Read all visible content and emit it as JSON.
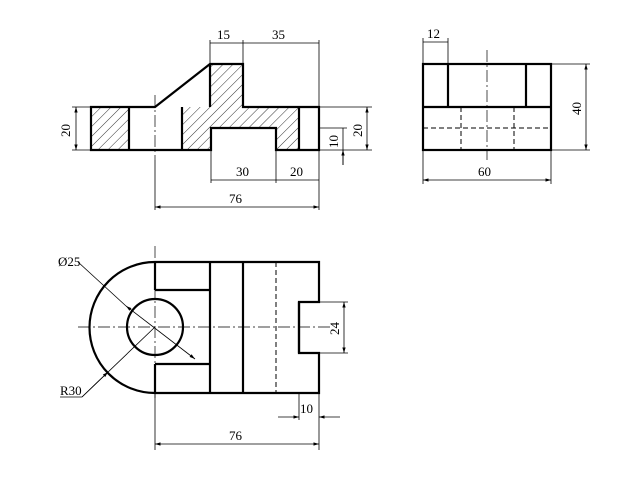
{
  "front_view": {
    "dims": {
      "top_step": "15",
      "top_length": "35",
      "left_height": "20",
      "right_height": "20",
      "slot_depth": "10",
      "slot_width": "30",
      "right_offset": "20",
      "overall_length": "76"
    }
  },
  "side_view": {
    "dims": {
      "top_width": "12",
      "height": "40",
      "width": "60"
    }
  },
  "top_view": {
    "dims": {
      "hole_diameter": "Ø25",
      "radius": "R30",
      "slot_width": "24",
      "slot_depth": "10",
      "overall_length": "76"
    }
  },
  "colors": {
    "line": "#000000",
    "background": "#ffffff"
  }
}
